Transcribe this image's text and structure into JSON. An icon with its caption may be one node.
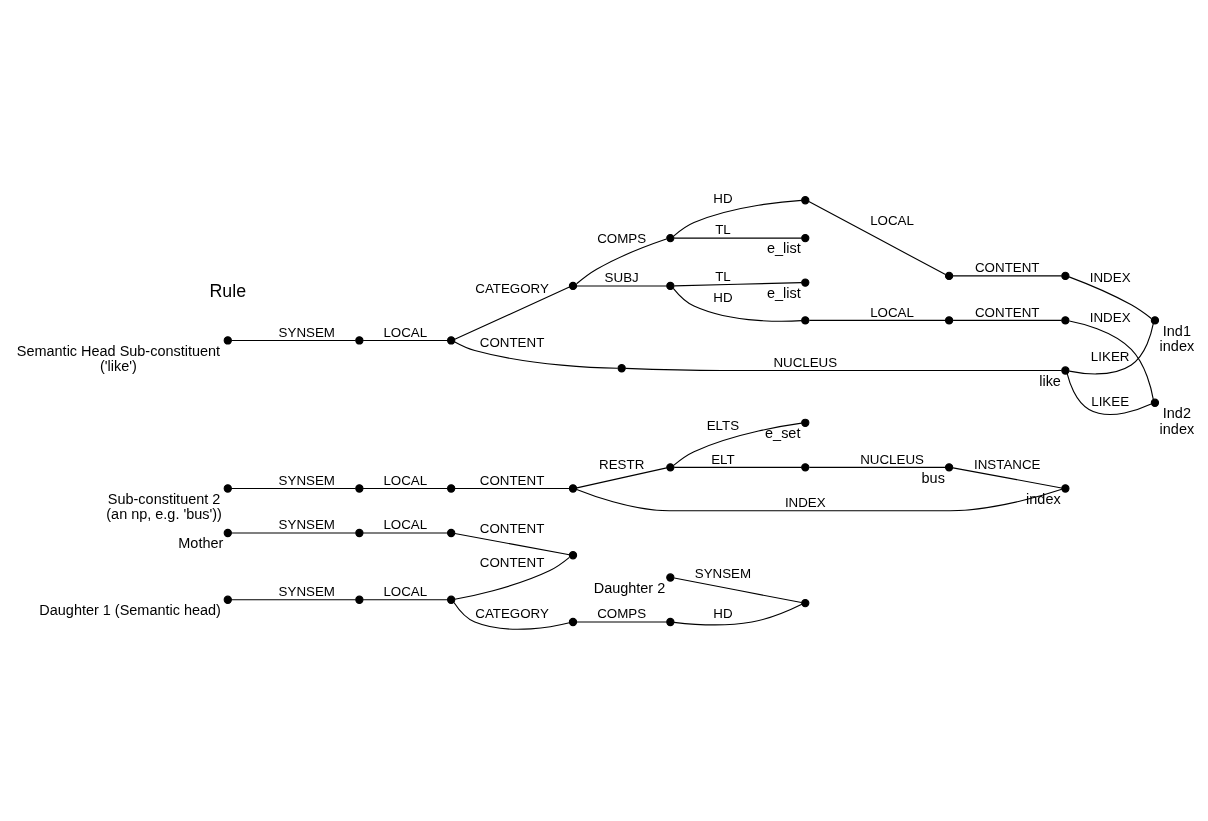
{
  "diagram": {
    "nodes": [
      {
        "text": [],
        "shape": "dot",
        "beside": [
          "Daughter 2"
        ]
      },
      {
        "text": [],
        "shape": "dot"
      },
      {
        "text": [],
        "shape": "dot",
        "beside": [
          "Sub-constituent 2",
          "(an np, e.g. 'bus'))"
        ]
      },
      {
        "text": [],
        "shape": "dot"
      },
      {
        "text": [],
        "shape": "dot"
      },
      {
        "text": [],
        "shape": "dot"
      },
      {
        "text": [],
        "shape": "dot"
      },
      {
        "text": [],
        "shape": "dot",
        "beside": [
          "e_set"
        ]
      },
      {
        "text": [],
        "shape": "dot"
      },
      {
        "text": [],
        "shape": "dot",
        "beside": [
          "bus"
        ]
      },
      {
        "text": [],
        "shape": "dot",
        "beside": [
          "index"
        ]
      },
      {
        "text": [],
        "shape": "dot",
        "beside": [
          "Daughter 1 (Semantic head)"
        ]
      },
      {
        "text": [],
        "shape": "dot"
      },
      {
        "text": [],
        "shape": "dot"
      },
      {
        "text": [],
        "shape": "dot"
      },
      {
        "text": [],
        "shape": "dot"
      },
      {
        "text": [],
        "shape": "dot"
      },
      {
        "text": [],
        "shape": "dot",
        "beside": [
          "Mother"
        ]
      },
      {
        "text": [],
        "shape": "dot"
      },
      {
        "text": [],
        "shape": "dot"
      },
      {
        "text": [],
        "shape": "dot",
        "beside": [
          "Semantic Head Sub-constituent",
          "('like')"
        ]
      },
      {
        "text": [],
        "shape": "dot"
      },
      {
        "text": [],
        "shape": "dot"
      },
      {
        "text": [],
        "shape": "dot"
      },
      {
        "text": [],
        "shape": "dot"
      },
      {
        "text": [],
        "shape": "dot"
      },
      {
        "text": [],
        "shape": "dot"
      },
      {
        "text": [],
        "shape": "dot"
      },
      {
        "text": [],
        "shape": "dot",
        "beside": [
          "e_list"
        ]
      },
      {
        "text": [],
        "shape": "dot"
      },
      {
        "text": [],
        "shape": "dot"
      },
      {
        "text": [],
        "shape": "dot"
      },
      {
        "text": [],
        "shape": "dot"
      },
      {
        "text": [],
        "shape": "dot",
        "beside": [
          "e_list"
        ]
      },
      {
        "text": [],
        "shape": "dot"
      },
      {
        "text": [],
        "shape": "dot",
        "beside": [
          "like"
        ]
      },
      {
        "text": [],
        "shape": "dot",
        "beside": [
          "Ind1",
          "index"
        ]
      },
      {
        "text": [],
        "shape": "dot",
        "beside": [
          "Ind2",
          "index"
        ]
      }
    ],
    "edges": [
      {
        "from": 0,
        "to": 1,
        "arrow": "none",
        "label": "SYNSEM"
      },
      {
        "from": 2,
        "to": 3,
        "arrow": "none",
        "label": "SYNSEM"
      },
      {
        "from": 3,
        "to": 4,
        "arrow": "none",
        "label": "LOCAL"
      },
      {
        "from": 4,
        "to": 5,
        "arrow": "none",
        "label": "CONTENT"
      },
      {
        "from": 5,
        "to": 6,
        "arrow": "none",
        "label": "RESTR"
      },
      {
        "from": 6,
        "to": 7,
        "arrow": "none",
        "label": "ELTS"
      },
      {
        "from": 6,
        "to": 8,
        "arrow": "none",
        "label": "ELT"
      },
      {
        "from": 8,
        "to": 9,
        "arrow": "none",
        "label": "NUCLEUS"
      },
      {
        "from": 9,
        "to": 10,
        "arrow": "none",
        "label": "INSTANCE"
      },
      {
        "from": 5,
        "to": 10,
        "arrow": "none",
        "label": "INDEX"
      },
      {
        "from": 11,
        "to": 12,
        "arrow": "none",
        "label": "SYNSEM"
      },
      {
        "from": 12,
        "to": 13,
        "arrow": "none",
        "label": "LOCAL"
      },
      {
        "from": 13,
        "to": 14,
        "arrow": "none",
        "label": "CATEGORY"
      },
      {
        "from": 14,
        "to": 15,
        "arrow": "none",
        "label": "COMPS"
      },
      {
        "from": 15,
        "to": 1,
        "arrow": "none",
        "label": "HD"
      },
      {
        "from": 13,
        "to": 16,
        "arrow": "none",
        "label": "CONTENT"
      },
      {
        "from": 17,
        "to": 18,
        "arrow": "none",
        "label": "SYNSEM"
      },
      {
        "from": 18,
        "to": 19,
        "arrow": "none",
        "label": "LOCAL"
      },
      {
        "from": 19,
        "to": 16,
        "arrow": "none",
        "label": "CONTENT"
      },
      {
        "from": 20,
        "to": 21,
        "arrow": "none",
        "label": "SYNSEM"
      },
      {
        "from": 21,
        "to": 22,
        "arrow": "none",
        "label": "LOCAL"
      },
      {
        "from": 22,
        "to": 23,
        "arrow": "none",
        "label": "CATEGORY"
      },
      {
        "from": 23,
        "to": 24,
        "arrow": "none",
        "label": "SUBJ"
      },
      {
        "from": 24,
        "to": 25,
        "arrow": "none",
        "label": "HD"
      },
      {
        "from": 25,
        "to": 26,
        "arrow": "none",
        "label": "LOCAL"
      },
      {
        "from": 26,
        "to": 27,
        "arrow": "none",
        "label": "CONTENT"
      },
      {
        "from": 27,
        "to": 37,
        "arrow": "none",
        "label": "INDEX"
      },
      {
        "from": 24,
        "to": 28,
        "arrow": "none",
        "label": "TL"
      },
      {
        "from": 23,
        "to": 29,
        "arrow": "none",
        "label": "COMPS"
      },
      {
        "from": 29,
        "to": 30,
        "arrow": "none",
        "label": "HD"
      },
      {
        "from": 30,
        "to": 31,
        "arrow": "none",
        "label": "LOCAL"
      },
      {
        "from": 31,
        "to": 32,
        "arrow": "none",
        "label": "CONTENT"
      },
      {
        "from": 32,
        "to": 36,
        "arrow": "none",
        "label": "INDEX"
      },
      {
        "from": 29,
        "to": 33,
        "arrow": "none",
        "label": "TL"
      },
      {
        "from": 22,
        "to": 34,
        "arrow": "none",
        "label": "CONTENT"
      },
      {
        "from": 34,
        "to": 35,
        "arrow": "none",
        "label": "NUCLEUS"
      },
      {
        "from": 35,
        "to": 36,
        "arrow": "none",
        "label": "LIKER"
      },
      {
        "from": 35,
        "to": 37,
        "arrow": "none",
        "label": "LIKEE"
      }
    ],
    "labels": [
      "Rule"
    ]
  }
}
